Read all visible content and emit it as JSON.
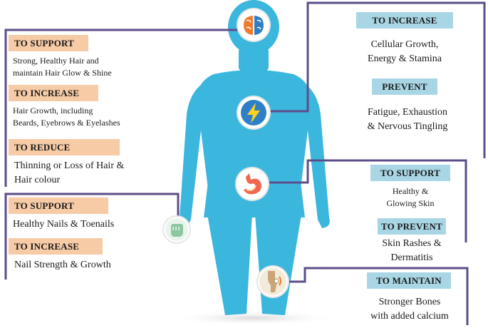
{
  "colors": {
    "body": "#3bb7de",
    "line": "#5c4d8a",
    "tag_peach": "#f7cba6",
    "tag_blue": "#a9d6e5",
    "icon_bolt_bg": "#2f7fc6",
    "icon_bolt": "#ffd21a",
    "icon_stomach": "#f0664e",
    "icon_hand": "#8cc7a0",
    "icon_bone": "#c9a57a"
  },
  "icons": [
    "brain-icon",
    "lightning-icon",
    "stomach-icon",
    "hand-icon",
    "knee-joint-icon"
  ],
  "hair": {
    "support_tag": "TO SUPPORT",
    "support_text_1": "Strong, Healthy Hair and",
    "support_text_2": "maintain Hair Glow & Shine",
    "increase_tag": "TO INCREASE",
    "increase_text_1": "Hair Growth, including",
    "increase_text_2": "Beards, Eyebrows & Eyelashes",
    "reduce_tag": "TO REDUCE",
    "reduce_text_1": "Thinning or Loss of Hair &",
    "reduce_text_2": "Hair  colour"
  },
  "nails": {
    "support_tag": "TO SUPPORT",
    "support_text": "Healthy Nails & Toenails",
    "increase_tag": "TO INCREASE",
    "increase_text": "Nail Strength & Growth"
  },
  "energy": {
    "increase_tag": "TO INCREASE",
    "increase_text_1": "Cellular Growth,",
    "increase_text_2": "Energy & Stamina",
    "prevent_tag": "PREVENT",
    "prevent_text_1": "Fatigue, Exhaustion",
    "prevent_text_2": "& Nervous Tingling"
  },
  "skin": {
    "support_tag": "TO SUPPORT",
    "support_text_1": "Healthy &",
    "support_text_2": "Glowing Skin",
    "prevent_tag": "TO PREVENT",
    "prevent_text_1": "Skin Rashes &",
    "prevent_text_2": "Dermatitis"
  },
  "bones": {
    "maintain_tag": "TO MAINTAIN",
    "maintain_text_1": "Stronger Bones",
    "maintain_text_2": "with added calcium"
  }
}
